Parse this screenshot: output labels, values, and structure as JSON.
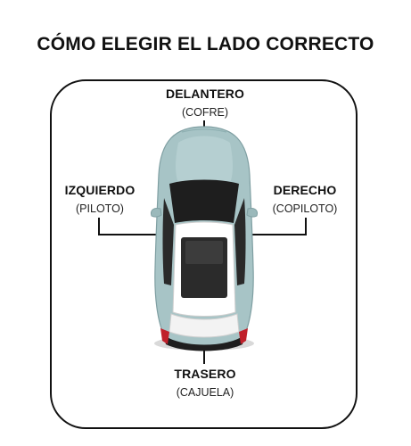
{
  "title": "CÓMO ELEGIR EL LADO CORRECTO",
  "labels": {
    "front": {
      "main": "DELANTERO",
      "sub": "(COFRE)"
    },
    "left": {
      "main": "IZQUIERDO",
      "sub": "(PILOTO)"
    },
    "right": {
      "main": "DERECHO",
      "sub": "(COPILOTO)"
    },
    "rear": {
      "main": "TRASERO",
      "sub": "(CAJUELA)"
    }
  },
  "colors": {
    "car_body": "#a7c4c6",
    "car_roof": "#ffffff",
    "glass": "#1e1e1e",
    "tail_light": "#c0202a",
    "line": "#111111"
  }
}
